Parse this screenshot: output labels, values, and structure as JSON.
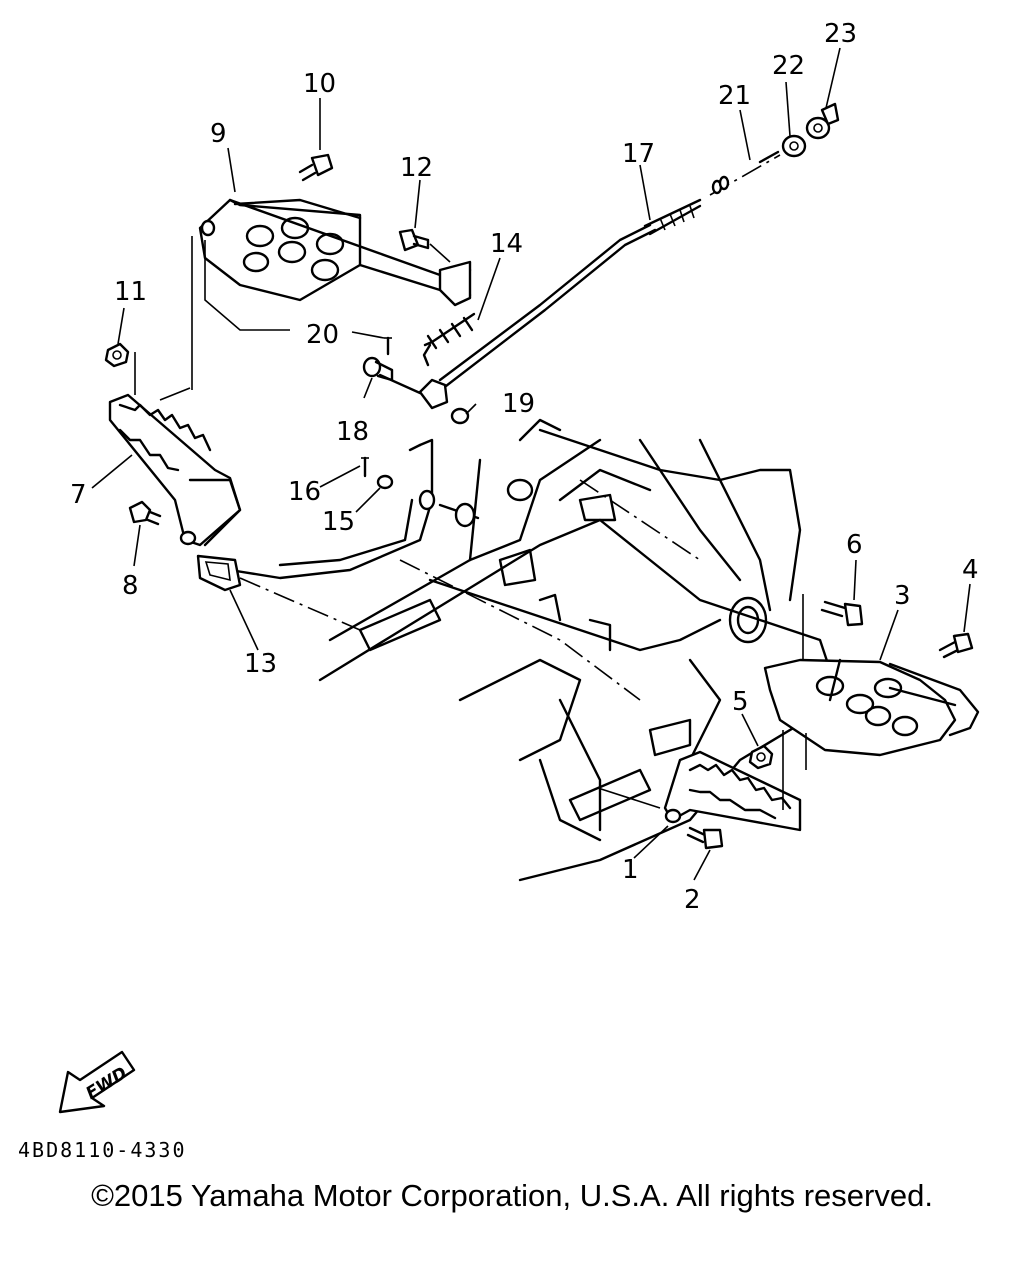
{
  "diagram": {
    "callouts": [
      "1",
      "2",
      "3",
      "4",
      "5",
      "6",
      "7",
      "8",
      "9",
      "10",
      "11",
      "12",
      "13",
      "14",
      "15",
      "16",
      "17",
      "18",
      "19",
      "20",
      "21",
      "22",
      "23"
    ],
    "fwd_label": "FWD",
    "drawing_code": "4BD8110-4330",
    "copyright": "©2015 Yamaha Motor Corporation, U.S.A. All rights reserved."
  }
}
